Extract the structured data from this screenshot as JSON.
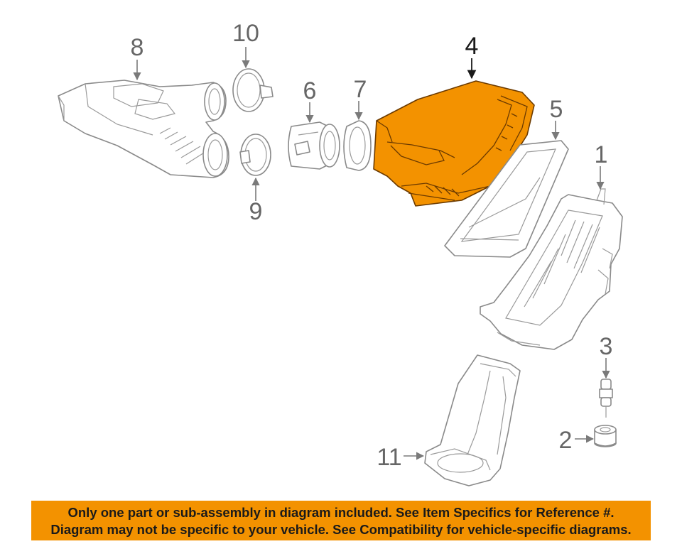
{
  "callouts": {
    "c1": "1",
    "c2": "2",
    "c3": "3",
    "c4": "4",
    "c5": "5",
    "c6": "6",
    "c7": "7",
    "c8": "8",
    "c9": "9",
    "c10": "10",
    "c11": "11"
  },
  "highlighted_part": "4",
  "highlight_color": "#f39200",
  "notice": {
    "line1": "Only one part or sub-assembly in diagram included. See Item Specifics for Reference #.",
    "line2": "Diagram may not be specific to your vehicle. See Compatibility for vehicle-specific diagrams."
  }
}
